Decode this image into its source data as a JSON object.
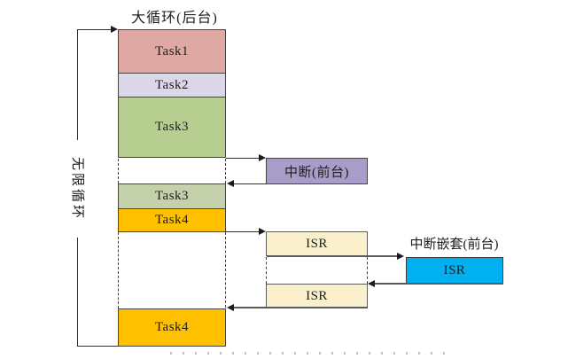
{
  "diagram": {
    "title": "大循环(后台)",
    "loop_label": "无限循环",
    "background": {
      "task1": "Task1",
      "task2": "Task2",
      "task3_first": "Task3",
      "task3_resumed": "Task3",
      "task4_first": "Task4",
      "task4_resumed": "Task4"
    },
    "foreground": {
      "interrupt_label": "中断(前台)",
      "nested_interrupt_label": "中断嵌套(前台)",
      "isr1_label": "ISR",
      "isr2_label": "ISR",
      "nested_isr_label": "ISR"
    },
    "colors": {
      "task1": "#e0a8a3",
      "task2": "#dbd6e8",
      "task3_first": "#b6ce90",
      "task3_resumed": "#c5d1ab",
      "task4": "#ffc000",
      "interrupt": "#a89cc8",
      "isr": "#faf0cb",
      "nested_isr": "#00b0f0"
    }
  }
}
